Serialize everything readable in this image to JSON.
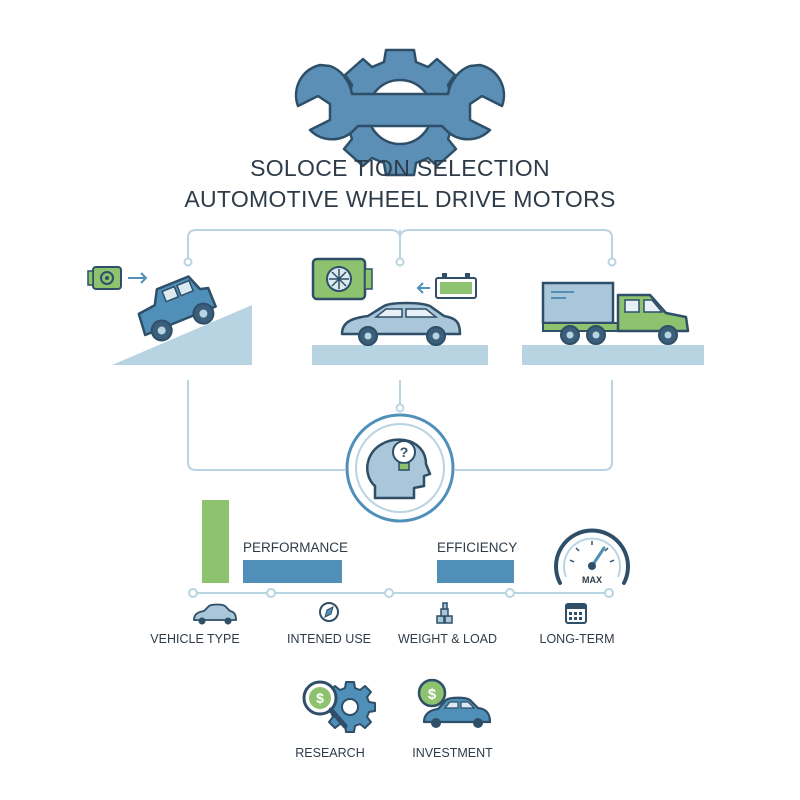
{
  "title": {
    "line1": "SOLOCE TION SELECTION",
    "line2": "AUTOMOTIVE WHEEL DRIVE MOTORS"
  },
  "bars": {
    "performance_label": "PERFORMANCE",
    "efficiency_label": "EFFICIENCY"
  },
  "gauge": {
    "label": "MAX"
  },
  "timeline": [
    {
      "label": "VEHICLE TYPE",
      "icon": "car-icon"
    },
    {
      "label": "INTENED USE",
      "icon": "compass-icon"
    },
    {
      "label": "WEIGHT & LOAD",
      "icon": "weights-icon"
    },
    {
      "label": "LONG-TERM",
      "icon": "calendar-icon"
    }
  ],
  "bottom": [
    {
      "label": "RESEARCH",
      "icon": "research-gear-icon"
    },
    {
      "label": "INVESTMENT",
      "icon": "investment-car-icon"
    }
  ],
  "colors": {
    "blue": "#4f8fb8",
    "green": "#8dc26f",
    "line": "#b9d5e2",
    "ground": "#b8d4e2",
    "dark": "#2e3b48"
  }
}
